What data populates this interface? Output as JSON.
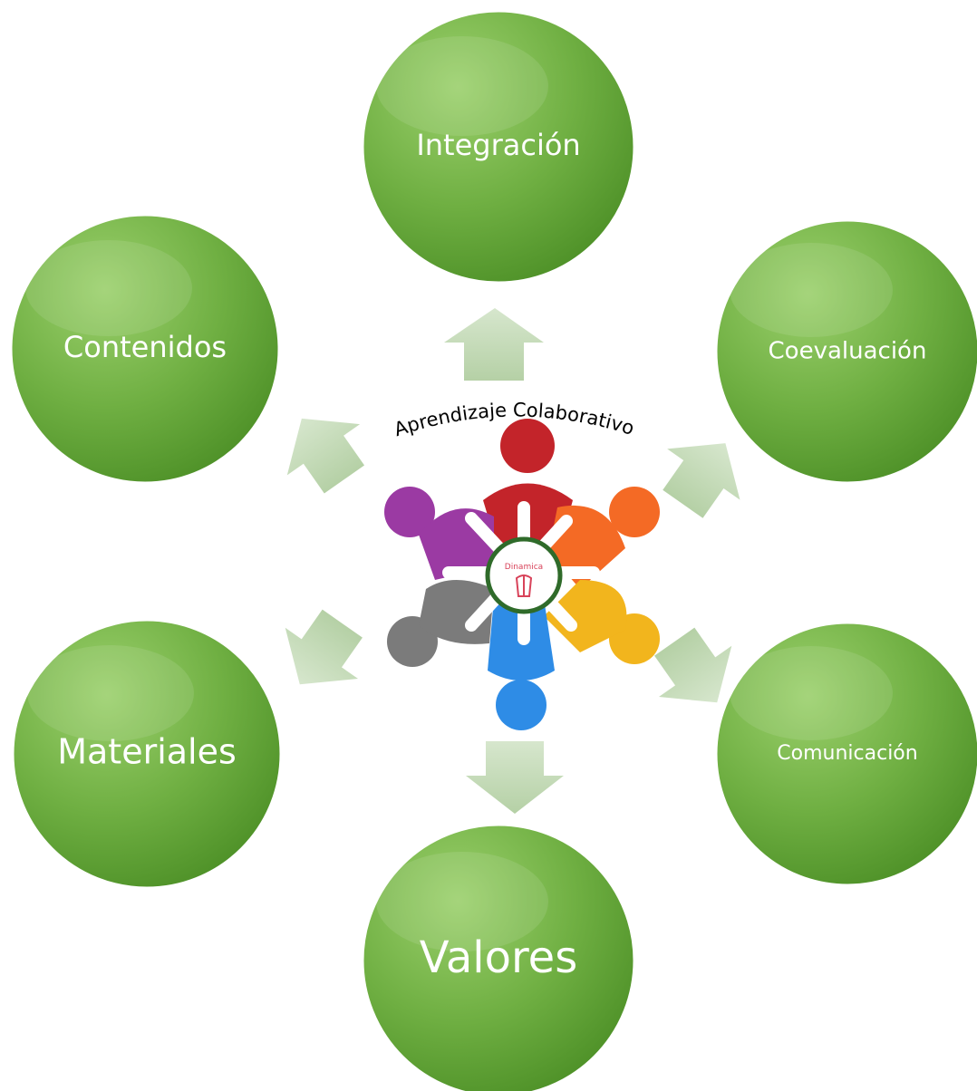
{
  "diagram": {
    "center": {
      "title": "Aprendizaje Colaborativo",
      "logo_text": "Dinamica",
      "figure_colors": [
        "#c3242a",
        "#f46a25",
        "#f2b51d",
        "#2e8ce6",
        "#7b7b7b",
        "#9b3aa3"
      ]
    },
    "nodes": [
      {
        "id": "integracion",
        "label": "Integración"
      },
      {
        "id": "coevaluacion",
        "label": "Coevaluación"
      },
      {
        "id": "comunicacion",
        "label": "Comunicación"
      },
      {
        "id": "valores",
        "label": "Valores"
      },
      {
        "id": "materiales",
        "label": "Materiales"
      },
      {
        "id": "contenidos",
        "label": "Contenidos"
      }
    ],
    "colors": {
      "node_light": "#8fc862",
      "node_dark": "#4c8f26",
      "arrow": "#c3d9b6"
    }
  }
}
